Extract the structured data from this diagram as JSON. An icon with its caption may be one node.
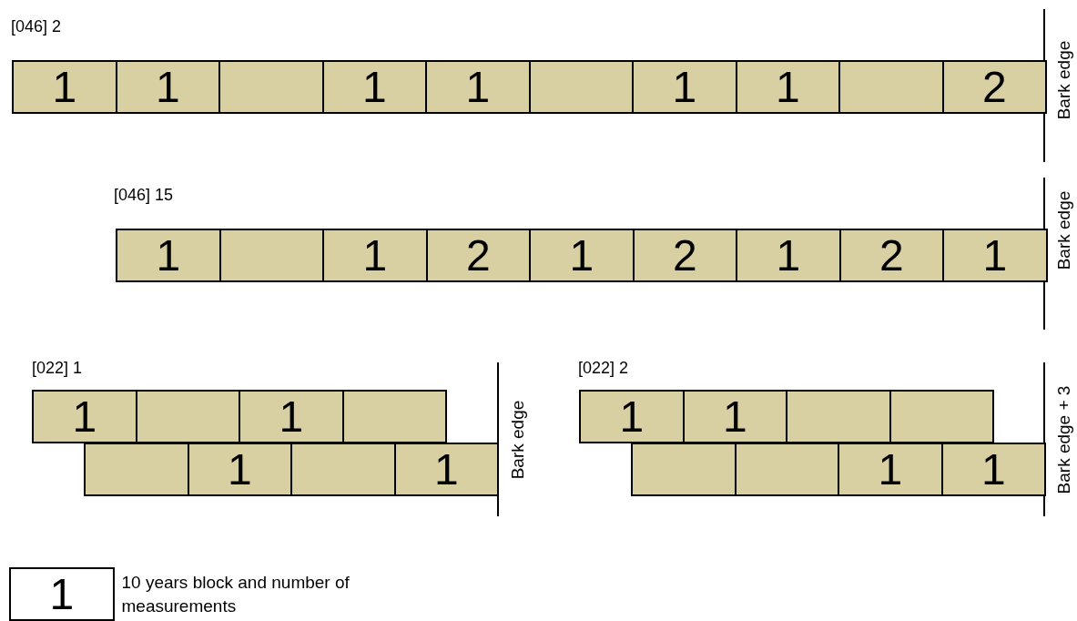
{
  "diagram": {
    "nodes": [
      {
        "text": [
          "1"
        ]
      },
      {
        "text": [
          "1"
        ]
      },
      {
        "text": [],
        "shape": "box"
      },
      {
        "text": [
          "1"
        ]
      },
      {
        "text": [
          "1"
        ]
      },
      {
        "text": [],
        "shape": "box"
      },
      {
        "text": [
          "1"
        ]
      },
      {
        "text": [
          "1"
        ]
      },
      {
        "text": [],
        "shape": "box"
      },
      {
        "text": [
          "2"
        ]
      },
      {
        "text": [
          "1"
        ]
      },
      {
        "text": [],
        "shape": "box"
      },
      {
        "text": [
          "1"
        ]
      },
      {
        "text": [
          "2"
        ]
      },
      {
        "text": [
          "1"
        ]
      },
      {
        "text": [
          "2"
        ]
      },
      {
        "text": [
          "1"
        ]
      },
      {
        "text": [
          "2"
        ]
      },
      {
        "text": [
          "1"
        ]
      },
      {
        "text": [
          "1"
        ]
      },
      {
        "text": [],
        "shape": "box"
      },
      {
        "text": [
          "1"
        ]
      },
      {
        "text": [],
        "shape": "box"
      },
      {
        "text": [],
        "shape": "box"
      },
      {
        "text": [
          "1"
        ]
      },
      {
        "text": [],
        "shape": "box"
      },
      {
        "text": [
          "1"
        ]
      },
      {
        "text": [
          "1"
        ]
      },
      {
        "text": [
          "1"
        ]
      },
      {
        "text": [],
        "shape": "box"
      },
      {
        "text": [],
        "shape": "box"
      },
      {
        "text": [],
        "shape": "box"
      },
      {
        "text": [],
        "shape": "box"
      },
      {
        "text": [
          "1"
        ]
      },
      {
        "text": [
          "1"
        ]
      },
      {
        "text": [
          "1"
        ],
        "beside": [
          "10 years block and number of measurements"
        ]
      }
    ],
    "labels": [
      "[046] 2",
      "Bark edge",
      "[046] 15",
      "Bark edge",
      "[022] 1",
      "Bark edge",
      "[022] 2",
      "Bark edge + 3"
    ]
  }
}
